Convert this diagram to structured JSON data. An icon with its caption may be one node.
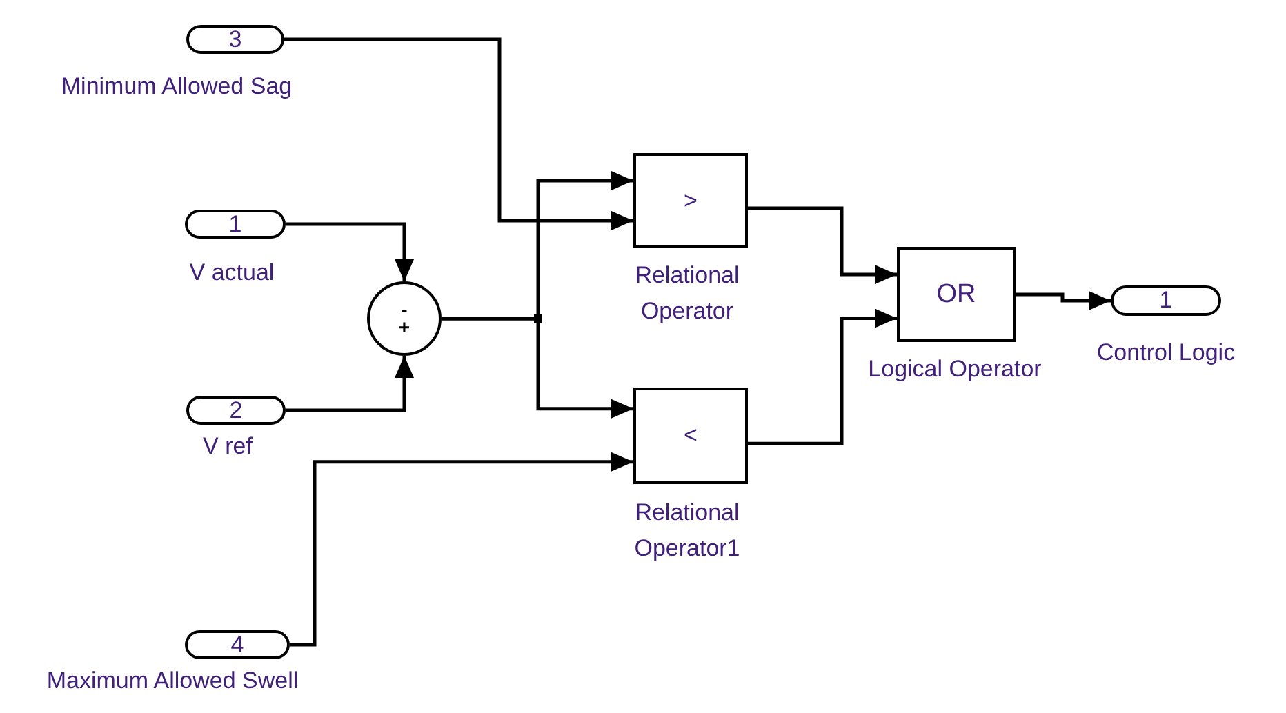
{
  "diagram": {
    "nodes": [
      {
        "text": [
          "3"
        ],
        "beside": [
          "Minimum Allowed Sag"
        ]
      },
      {
        "text": [
          "1"
        ],
        "beside": [
          "V actual"
        ]
      },
      {
        "text": [
          "-",
          "+"
        ]
      },
      {
        "text": [
          "2"
        ],
        "beside": [
          "V ref"
        ]
      },
      {
        "text": [
          "4"
        ],
        "beside": [
          "Maximum Allowed Swell"
        ]
      },
      {
        "text": [
          ">"
        ],
        "beside": [
          "Relational Operator"
        ]
      },
      {
        "text": [
          "<"
        ],
        "beside": [
          "Relational Operator1"
        ]
      },
      {
        "text": [
          "OR"
        ],
        "beside": [
          "Logical Operator"
        ]
      },
      {
        "text": [
          "1"
        ],
        "beside": [
          "Control Logic"
        ]
      }
    ],
    "edges": [
      {
        "from": 0,
        "to": 5,
        "arrow": "to"
      },
      {
        "from": 1,
        "to": 2,
        "arrow": "to"
      },
      {
        "from": 3,
        "to": 2,
        "arrow": "to"
      },
      {
        "from": 2,
        "to": 5,
        "arrow": "to"
      },
      {
        "from": 2,
        "to": 6,
        "arrow": "to"
      },
      {
        "from": 4,
        "to": 6,
        "arrow": "to"
      },
      {
        "from": 5,
        "to": 7,
        "arrow": "to"
      },
      {
        "from": 6,
        "to": 7,
        "arrow": "to"
      },
      {
        "from": 7,
        "to": 8,
        "arrow": "to"
      }
    ]
  }
}
